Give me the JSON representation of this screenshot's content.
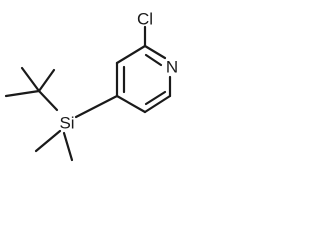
{
  "molecule": {
    "atoms": {
      "chlorine": "Cl",
      "nitrogen": "N",
      "silicon": "Si"
    }
  }
}
